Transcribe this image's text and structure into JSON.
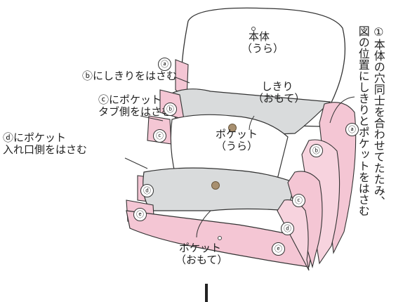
{
  "labels": {
    "honmon": "本体",
    "honmon_ura": "（うら）",
    "shikiri": "しきり",
    "shikiri_omote": "（おもて）",
    "pocket_mid": "ポケット",
    "pocket_mid_ura": "（うら）",
    "pocket_bottom": "ポケット",
    "pocket_bottom_omote": "（おもて）",
    "step_b": "ⓑにしきりをはさむ",
    "step_c_1": "ⓒにポケット",
    "step_c_2": "タブ側をはさむ",
    "step_d_1": "ⓓにポケット",
    "step_d_2": "入れ口側をはさむ",
    "instr_num": "①",
    "instr_1": "本体の穴同士を合わせてたたみ、",
    "instr_2": "図の位置にしきりとポケットをはさむ"
  },
  "markers": {
    "a": "ⓐ",
    "b": "ⓑ",
    "c": "ⓒ",
    "d": "ⓓ",
    "e": "ⓔ"
  },
  "colors": {
    "pink": "#f4c6d4",
    "pink_dark": "#e89ab4",
    "gray": "#d9dbdc",
    "gray_dark": "#b9bcbe",
    "outline": "#333333"
  }
}
